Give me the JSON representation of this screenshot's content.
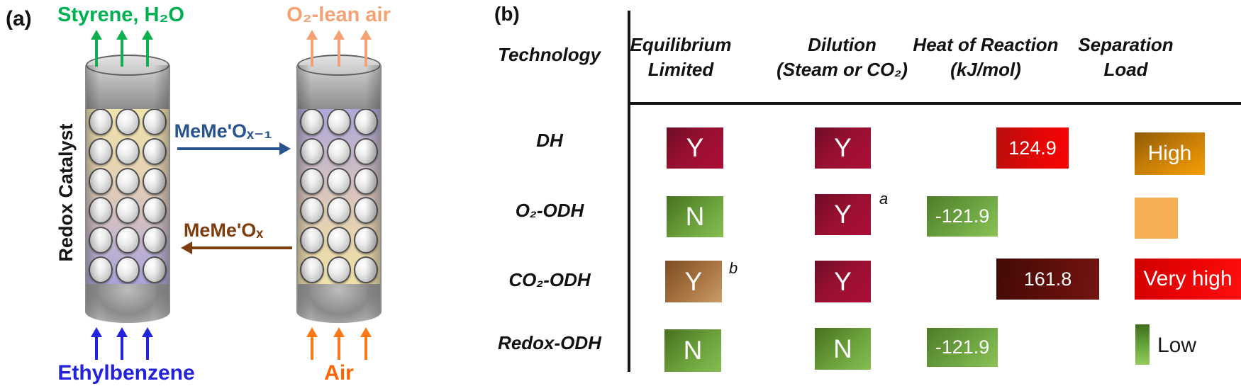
{
  "panel_a": {
    "label": "(a)",
    "reactor_left": {
      "top_label": "Styrene, H₂O",
      "bottom_label": "Ethylbenzene",
      "side_label": "Redox Catalyst"
    },
    "reactor_right": {
      "top_label": "O₂-lean air",
      "bottom_label": "Air"
    },
    "transfer_top_label": "MeMe'Oₓ₋₁",
    "transfer_bottom_label": "MeMe'Oₓ",
    "colors": {
      "styrene_text": "#00B050",
      "o2_lean_air_text": "#F5A173",
      "ethylbenzene_text": "#2222DD",
      "air_text": "#FB6602",
      "oxidized_carrier_arrow": "#27538F",
      "reduced_carrier_arrow": "#7E3D0E"
    }
  },
  "panel_b": {
    "label": "(b)",
    "headers": {
      "technology": "Technology",
      "equilibrium_line1": "Equilibrium",
      "equilibrium_line2": "Limited",
      "dilution_line1": "Dilution",
      "dilution_line2": "(Steam or CO₂)",
      "heat_line1": "Heat of Reaction",
      "heat_line2": "(kJ/mol)",
      "separation_line1": "Separation",
      "separation_line2": "Load"
    },
    "rows": [
      {
        "technology": "DH",
        "equilibrium_limited": "Y",
        "dilution": "Y",
        "heat_of_reaction_kj_mol": "124.9",
        "separation_load": "High"
      },
      {
        "technology": "O₂-ODH",
        "equilibrium_limited": "N",
        "dilution": "Y",
        "dilution_note": "a",
        "heat_of_reaction_kj_mol": "-121.9",
        "separation_load": ""
      },
      {
        "technology": "CO₂-ODH",
        "equilibrium_limited": "Y",
        "equilibrium_note": "b",
        "dilution": "Y",
        "heat_of_reaction_kj_mol": "161.8",
        "separation_load": "Very high"
      },
      {
        "technology": "Redox-ODH",
        "equilibrium_limited": "N",
        "dilution": "N",
        "heat_of_reaction_kj_mol": "-121.9",
        "separation_load": "Low"
      }
    ],
    "colors": {
      "yes_box": "#A30D35",
      "no_box": "#6CA23E",
      "yes_mild_box": "#A5713F",
      "heat_endothermic": "#E60606",
      "heat_very_endothermic": "#5C0E0A",
      "heat_exothermic": "#6FA844",
      "separation_high": "#E08A06",
      "separation_medium": "#F5AF52",
      "separation_very_high": "#EE0404",
      "separation_low": "#69A83C"
    }
  }
}
